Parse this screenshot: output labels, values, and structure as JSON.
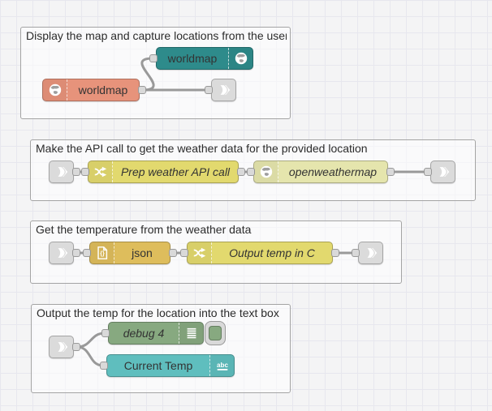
{
  "app": {
    "name": "Node-RED flow editor canvas"
  },
  "colors": {
    "canvas_bg": "#f4f4f5",
    "grid_line": "#e7e7ee",
    "wire": "#999999",
    "group_border": "#a4a4a4",
    "worldmap_teal": "#2e8b8b",
    "worldmap_salmon": "#e7937b",
    "change_yellow": "#e2d96e",
    "openweathermap_yellow": "#e5e5ad",
    "json_gold": "#debd5c",
    "debug_green": "#87a980",
    "text_widget_teal": "#5fbebe",
    "link_gray": "#dbdbdb",
    "port_gray": "#d9d9d9",
    "label_text": "#333333"
  },
  "groups": [
    {
      "title": "Display the map and capture locations from the user"
    },
    {
      "title": "Make the API call to get the weather data for the provided location"
    },
    {
      "title": "Get the temperature from the weather data"
    },
    {
      "title": "Output the temp for the location into the text box"
    }
  ],
  "nodes": {
    "worldmap_display": {
      "label": "worldmap",
      "icon": "globe-icon"
    },
    "worldmap_in": {
      "label": "worldmap",
      "icon": "globe-icon"
    },
    "link_out_1": {
      "icon": "link-out-icon"
    },
    "link_in_2": {
      "icon": "link-in-icon"
    },
    "prep_weather": {
      "label": "Prep weather API call",
      "icon": "change-shuffle-icon"
    },
    "openweathermap": {
      "label": "openweathermap",
      "icon": "globe-icon"
    },
    "link_out_2": {
      "icon": "link-out-icon"
    },
    "link_in_3": {
      "icon": "link-in-icon"
    },
    "json_parser": {
      "label": "json",
      "icon": "json-file-icon"
    },
    "output_temp": {
      "label": "Output temp in C",
      "icon": "change-shuffle-icon"
    },
    "link_out_3": {
      "icon": "link-out-icon"
    },
    "link_in_4": {
      "icon": "link-in-icon"
    },
    "debug": {
      "label": "debug 4",
      "icon": "debug-list-icon"
    },
    "current_temp": {
      "label": "Current Temp",
      "icon": "abc-text-icon"
    }
  }
}
